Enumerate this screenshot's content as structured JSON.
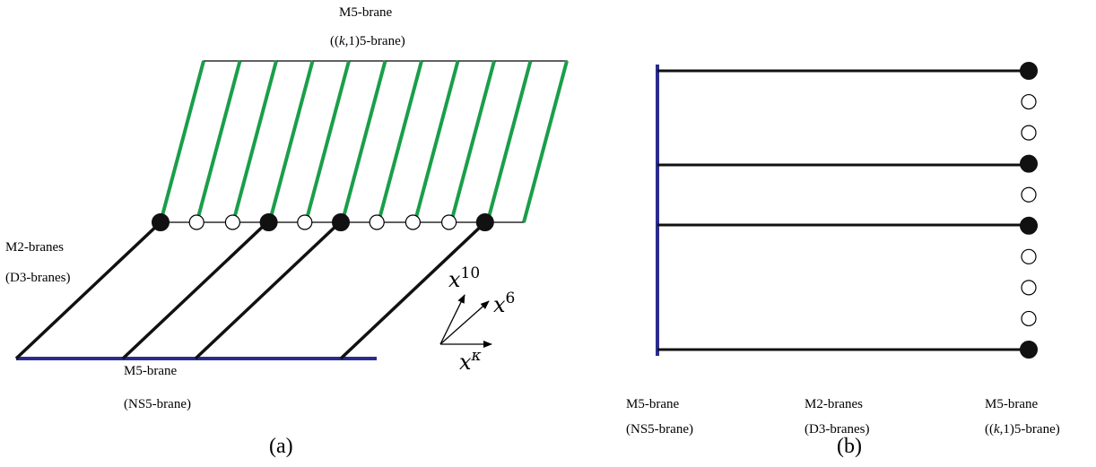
{
  "colors": {
    "m5_ns5": "#2b2b8f",
    "m5_k1": "#1a9e4a",
    "m2": "#111111",
    "dot_filled": "#111111",
    "dot_open": "#ffffff"
  },
  "panel_a": {
    "m5_top_label": "M5-brane",
    "m5_top_sublabel_pre": "((",
    "m5_top_sublabel_k": "k",
    "m5_top_sublabel_post": ",1)5-brane)",
    "m2_label": "M2-branes",
    "m2_sublabel": "(D3-branes)",
    "m5_bottom_label": "M5-brane",
    "m5_bottom_sublabel": "(NS5-brane)",
    "axis_x10_base": "x",
    "axis_x10_sup": "10",
    "axis_x6_base": "x",
    "axis_x6_sup": "6",
    "axis_xk_base": "x",
    "axis_xk_sup": "κ",
    "caption": "(a)",
    "dot_sequence": [
      "filled",
      "open",
      "open",
      "filled",
      "open",
      "filled",
      "open",
      "open",
      "open",
      "filled"
    ]
  },
  "panel_b": {
    "left_label": "M5-brane",
    "left_sublabel": "(NS5-brane)",
    "middle_label": "M2-branes",
    "middle_sublabel": "(D3-branes)",
    "right_label": "M5-brane",
    "right_sublabel_pre": "((",
    "right_sublabel_k": "k",
    "right_sublabel_post": ",1)5-brane)",
    "caption": "(b)",
    "dot_sequence": [
      "filled",
      "open",
      "open",
      "filled",
      "open",
      "filled",
      "open",
      "open",
      "open",
      "filled"
    ]
  }
}
